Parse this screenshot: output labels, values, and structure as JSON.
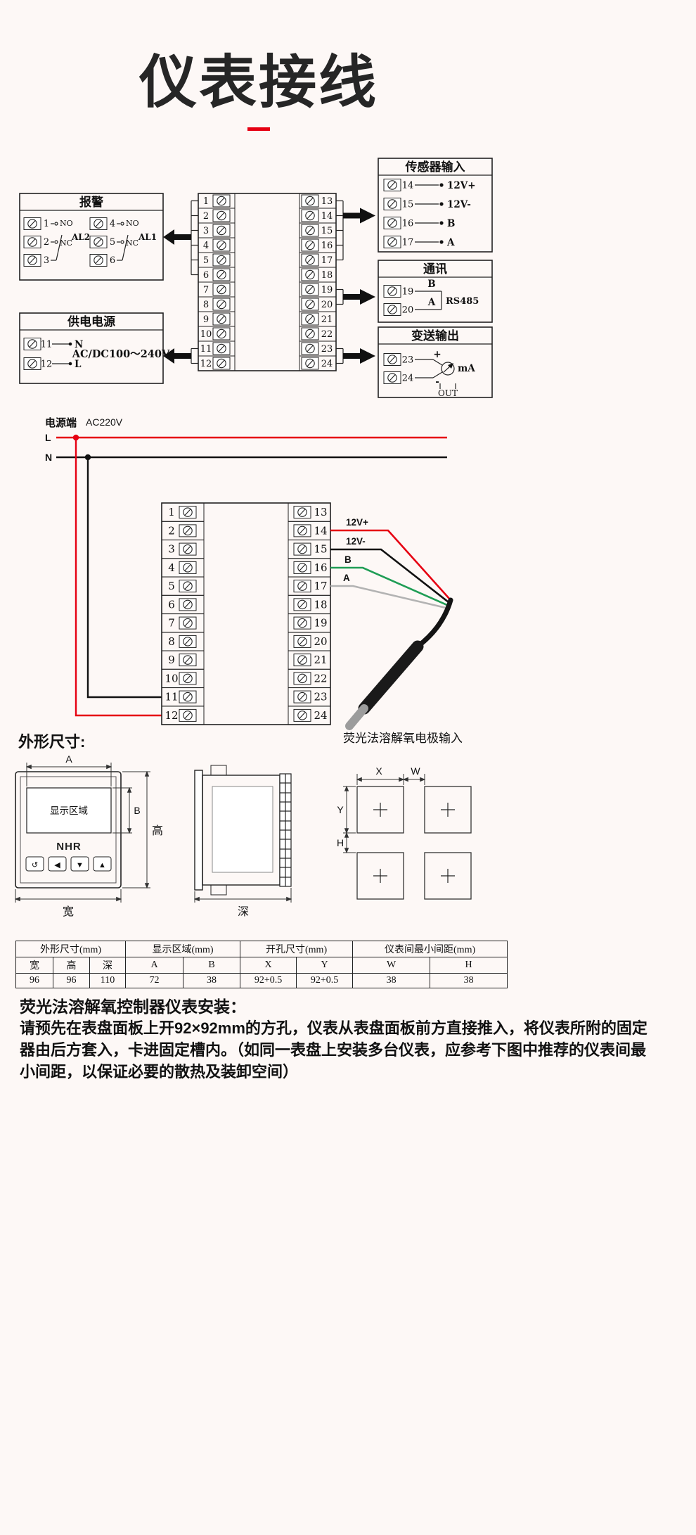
{
  "colors": {
    "accent_red": "#e60012",
    "wire_red": "#e60012",
    "wire_black": "#111111",
    "wire_green": "#1f9d55",
    "wire_gray": "#b3b3b3",
    "background": "#fdf8f6"
  },
  "page": {
    "title": "仪表接线"
  },
  "terminals": {
    "left": [
      "1",
      "2",
      "3",
      "4",
      "5",
      "6",
      "7",
      "8",
      "9",
      "10",
      "11",
      "12"
    ],
    "right": [
      "13",
      "14",
      "15",
      "16",
      "17",
      "18",
      "19",
      "20",
      "21",
      "22",
      "23",
      "24"
    ]
  },
  "wiring": {
    "alarm": {
      "title": "报警",
      "left_nums": [
        "1",
        "2",
        "3"
      ],
      "right_nums": [
        "4",
        "5",
        "6"
      ],
      "no": "NO",
      "nc": "NC",
      "al2": "AL2",
      "al1": "AL1"
    },
    "power": {
      "title": "供电电源",
      "rows": [
        {
          "n": "11",
          "label": "N"
        },
        {
          "n": "12",
          "label": "L"
        }
      ],
      "voltage": "AC/DC100～240V"
    },
    "sensor": {
      "title": "传感器输入",
      "rows": [
        {
          "n": "14",
          "label": "12V+"
        },
        {
          "n": "15",
          "label": "12V-"
        },
        {
          "n": "16",
          "label": "B"
        },
        {
          "n": "17",
          "label": "A"
        }
      ]
    },
    "comm": {
      "title": "通讯",
      "rows": [
        {
          "n": "19",
          "label": "B"
        },
        {
          "n": "20",
          "label": "A"
        }
      ],
      "note": "RS485"
    },
    "output": {
      "title": "变送输出",
      "rows": [
        {
          "n": "23",
          "label": "+"
        },
        {
          "n": "24",
          "label": "-"
        }
      ],
      "unit": "mA",
      "port": "OUT"
    }
  },
  "wiring2": {
    "source_label": "电源端",
    "voltage": "AC220V",
    "line_l": "L",
    "line_n": "N",
    "wires": [
      {
        "label": "12V+"
      },
      {
        "label": "12V-"
      },
      {
        "label": "B"
      },
      {
        "label": "A"
      }
    ],
    "probe_label": "荧光法溶解氧电极输入"
  },
  "dimensions": {
    "section_title": "外形尺寸:",
    "front": {
      "display_area": "显示区域",
      "brand": "NHR",
      "buttons": [
        "↺",
        "◀",
        "▼",
        "▲"
      ],
      "dim_a": "A",
      "dim_b": "B",
      "height": "高",
      "width": "宽"
    },
    "side": {
      "depth": "深"
    },
    "cutout": {
      "x": "X",
      "w": "W",
      "y": "Y",
      "h": "H"
    }
  },
  "table": {
    "headers": [
      "外形尺寸(mm)",
      "显示区域(mm)",
      "开孔尺寸(mm)",
      "仪表间最小间距(mm)"
    ],
    "cols": [
      "宽",
      "高",
      "深",
      "A",
      "B",
      "X",
      "Y",
      "W",
      "H"
    ],
    "values": [
      "96",
      "96",
      "110",
      "72",
      "38",
      "92+0.5",
      "92+0.5",
      "38",
      "38"
    ]
  },
  "install": {
    "title": "荧光法溶解氧控制器仪表安装：",
    "body": "请预先在表盘面板上开92×92mm的方孔，仪表从表盘面板前方直接推入，将仪表所附的固定器由后方套入，卡进固定槽内。（如同一表盘上安装多台仪表，应参考下图中推荐的仪表间最小间距，以保证必要的散热及装卸空间）"
  }
}
